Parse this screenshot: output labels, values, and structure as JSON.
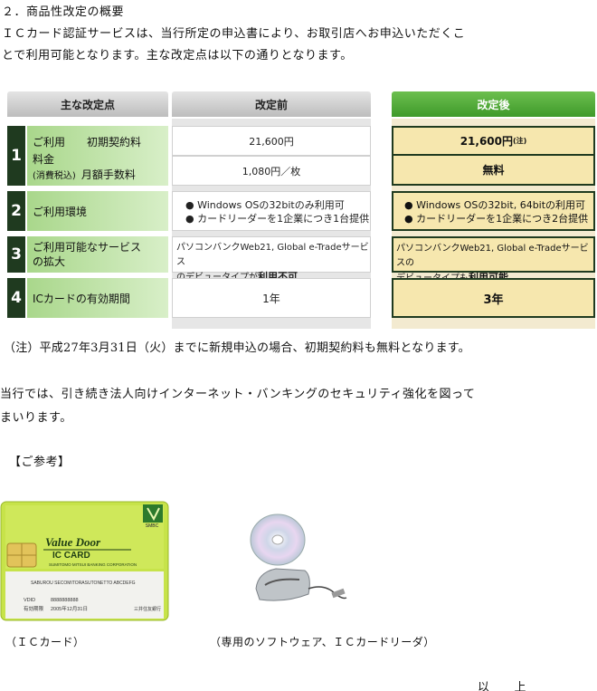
{
  "heading": "２．商品性改定の概要",
  "intro_line1": "ＩＣカード認証サービスは、当行所定の申込書により、お取引店へお申込いただくこ",
  "intro_line2": "とで利用可能となります。主な改定点は以下の通りとなります。",
  "table": {
    "headers": [
      "主な改定点",
      "改定前",
      "改定後"
    ],
    "rows": [
      {
        "num": "1",
        "label_a": "ご利用　",
        "label_b": "料金",
        "label_c": "(消費税込)",
        "sub": [
          {
            "name": "初期契約料",
            "before": "21,600円",
            "after": "21,600円",
            "after_note": "(注)"
          },
          {
            "name": "月額手数料",
            "before": "1,080円／枚",
            "after": "無料"
          }
        ]
      },
      {
        "num": "2",
        "label": "ご利用環境",
        "before": [
          "Windows OSの32bitのみ利用可",
          "カードリーダーを1企業につき1台提供"
        ],
        "after": [
          "Windows OSの32bit, 64bitの利用可",
          "カードリーダーを1企業につき2台提供"
        ]
      },
      {
        "num": "3",
        "label": "ご利用可能なサービスの拡大",
        "label_l1": "ご利用可能なサービス",
        "label_l2": "の拡大",
        "before_l1": "パソコンバンクWeb21, Global e-Tradeサービス",
        "before_l2a": "のデビュータイプが",
        "before_l2b": "利用不可",
        "after_l1": "パソコンバンクWeb21, Global e-Tradeサービスの",
        "after_l2a": "デビュータイプも",
        "after_l2b": "利用可能"
      },
      {
        "num": "4",
        "label": "ICカードの有効期間",
        "before": "1年",
        "after": "3年"
      }
    ]
  },
  "note": "（注）平成27年3月31日（火）までに新規申込の場合、初期契約料も無料となります。",
  "closing_line1": "当行では、引き続き法人向けインターネット・バンキングのセキュリティ強化を図って",
  "closing_line2": "まいります。",
  "reference": "【ご参考】",
  "ic_card": {
    "brand": "Value Door",
    "subtitle": "IC CARD",
    "company": "SUMITOMO MITSUI BANKING CORPORATION",
    "badge": "SMBC",
    "holder": "SABUROU SECOMITORASUTONETTO ABCDEFG",
    "vdid_label": "VDID",
    "vdid": "8888888888",
    "expiry_label": "有効期限",
    "expiry": "2005年12月31日",
    "bank": "三井住友銀行"
  },
  "caption_card": "（ＩＣカード）",
  "caption_reader": "（専用のソフトウェア、ＩＣカードリーダ）",
  "end": "以　　上",
  "colors": {
    "green_header": "#4aa532",
    "gold_cell": "#f6e7ae",
    "dark_num": "#1f3a1f",
    "light_green": "#c6e6b2"
  }
}
